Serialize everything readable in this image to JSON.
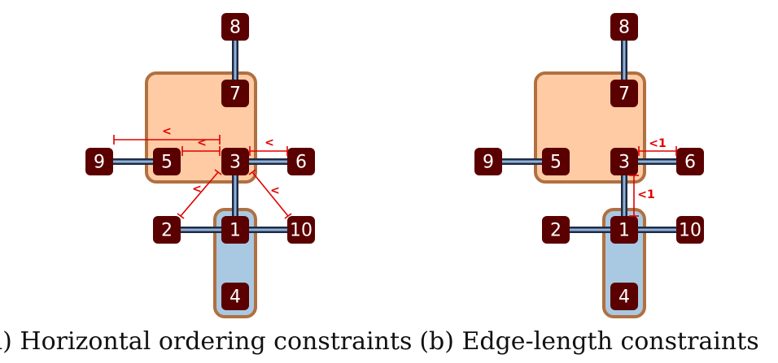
{
  "colors": {
    "node_fill": "#5a0000",
    "edge_outer": "#1f2a44",
    "edge_inner": "#8fb2d8",
    "group_orange_fill": "#ffcba4",
    "group_blue_fill": "#a9c9e3",
    "group_stroke": "#b07040",
    "constraint": "#e00000"
  },
  "panels": [
    {
      "id": "a",
      "caption": "(a)  Horizontal ordering constraints",
      "nodes": [
        {
          "label": "8"
        },
        {
          "label": "7"
        },
        {
          "label": "9"
        },
        {
          "label": "5"
        },
        {
          "label": "3"
        },
        {
          "label": "6"
        },
        {
          "label": "2"
        },
        {
          "label": "1"
        },
        {
          "label": "10"
        },
        {
          "label": "4"
        }
      ],
      "constraint_labels": [
        "<",
        "<",
        "<",
        "<",
        "<"
      ]
    },
    {
      "id": "b",
      "caption": "(b)  Edge-length constraints",
      "nodes": [
        {
          "label": "8"
        },
        {
          "label": "7"
        },
        {
          "label": "9"
        },
        {
          "label": "5"
        },
        {
          "label": "3"
        },
        {
          "label": "6"
        },
        {
          "label": "2"
        },
        {
          "label": "1"
        },
        {
          "label": "10"
        },
        {
          "label": "4"
        }
      ],
      "constraint_labels": [
        "<1",
        "<1"
      ]
    }
  ]
}
